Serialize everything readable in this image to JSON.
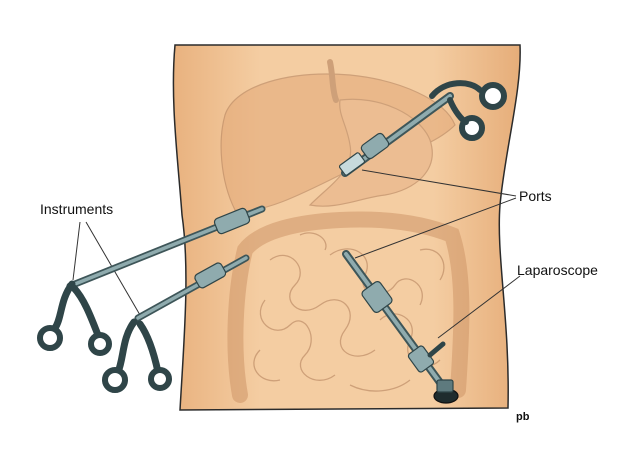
{
  "labels": {
    "instruments": "Instruments",
    "ports": "Ports",
    "laparoscope": "Laparoscope",
    "signature": "pb"
  },
  "colors": {
    "skin": "#f2c89b",
    "skin_outline": "#2b2b2b",
    "organ": "#e0a97c",
    "organ_line": "#b07d58",
    "instrument": "#5e7a7e",
    "instrument_dark": "#2f4548",
    "instrument_light": "#a9c3c6"
  },
  "icons": [
    "torso",
    "liver",
    "stomach",
    "intestines",
    "grasper-instrument",
    "laparoscope",
    "trocar-port"
  ]
}
